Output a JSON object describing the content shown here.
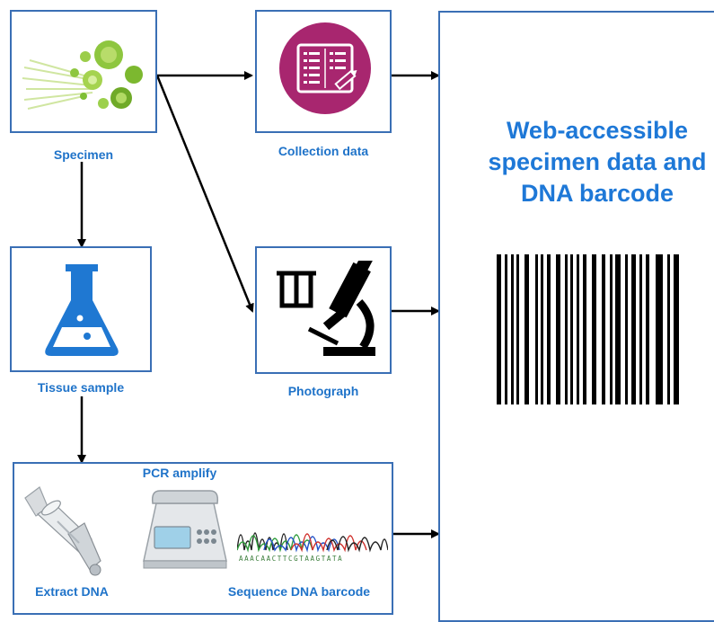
{
  "nodes": {
    "specimen": {
      "label": "Specimen"
    },
    "collection": {
      "label": "Collection data"
    },
    "tissue": {
      "label": "Tissue sample"
    },
    "photograph": {
      "label": "Photograph"
    },
    "pcr": {
      "label": "PCR amplify"
    },
    "extract": {
      "label": "Extract DNA"
    },
    "sequence": {
      "label": "Sequence DNA barcode"
    },
    "result": {
      "title": "Web-accessible specimen data and DNA barcode"
    }
  },
  "sequence_letters": "AAACAACTTCGTAAGTATA",
  "colors": {
    "border": "#3a6fb5",
    "label": "#1f73c9",
    "title": "#1e78d7",
    "flask": "#1f78d2",
    "collection_circle": "#a8266f",
    "algae_green": "#8ec63f"
  }
}
